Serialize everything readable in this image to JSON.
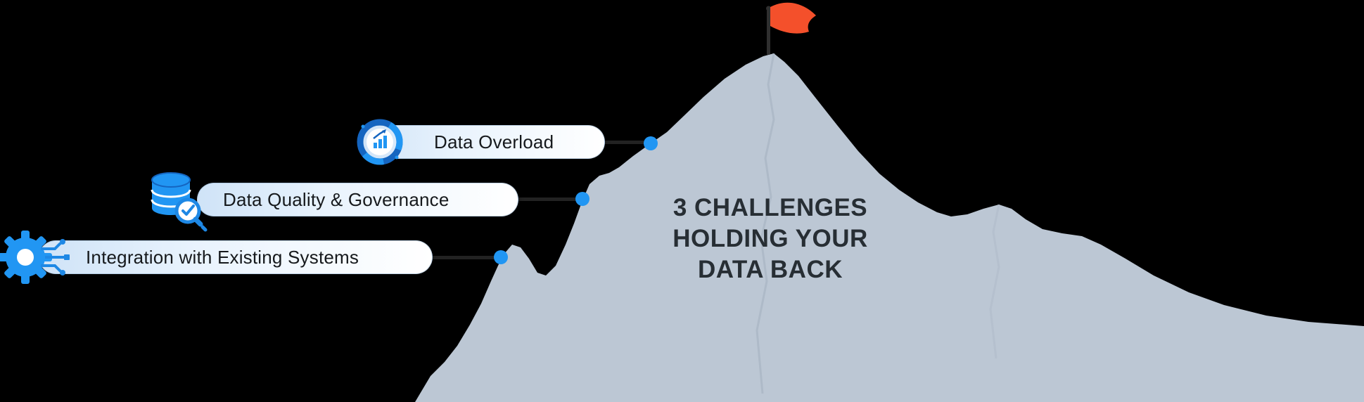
{
  "title": {
    "lines": [
      "3 CHALLENGES",
      "HOLDING YOUR",
      "DATA BACK"
    ]
  },
  "challenges": [
    {
      "label": "Data Overload",
      "icon": "donut-analytics-chart-icon"
    },
    {
      "label": "Data Quality & Governance",
      "icon": "database-verified-search-icon"
    },
    {
      "label": "Integration with Existing Systems",
      "icon": "gear-circuit-icon"
    }
  ],
  "illustration": {
    "flag": "summit-flag",
    "mountain": "mountain"
  },
  "colors": {
    "background": "#000000",
    "mountain": "#bcc7d4",
    "mountain_shadow": "#a9b5c4",
    "accent_blue": "#2196f3",
    "dark_blue": "#1565c0",
    "flag_red": "#f4502b",
    "text_dark": "#272e34",
    "pill_text": "#16191c",
    "connector": "#222222"
  }
}
